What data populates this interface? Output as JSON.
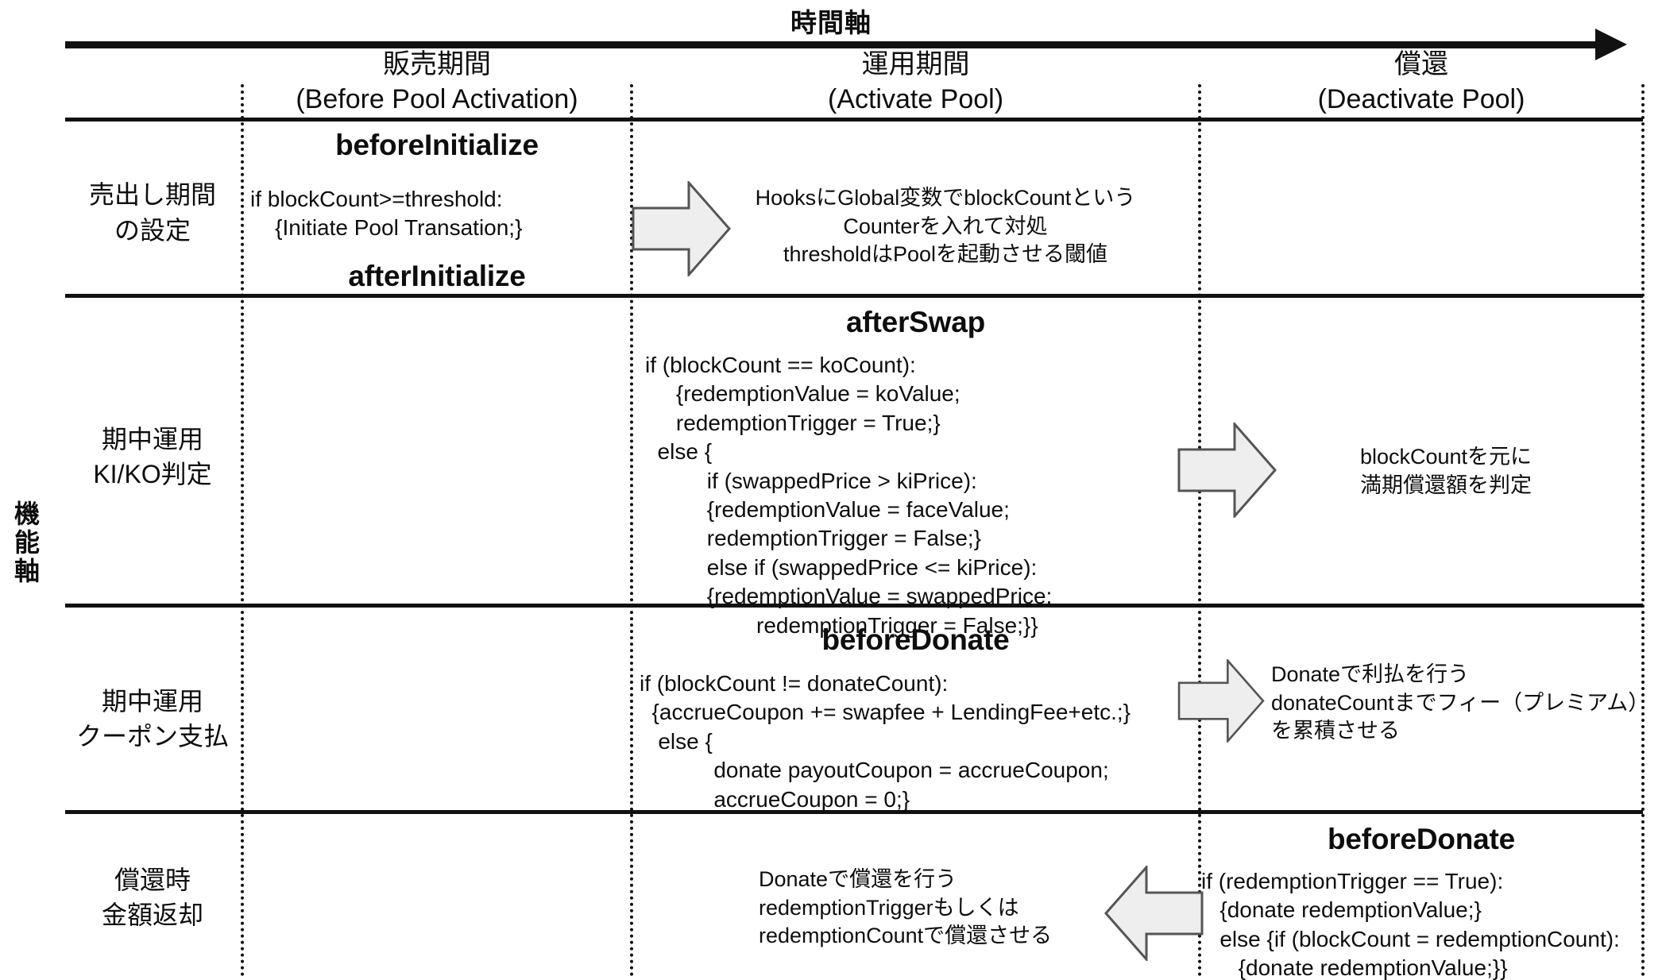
{
  "axis": {
    "time_axis_title": "時間軸",
    "function_axis_title": "機能軸",
    "function_axis_chars": [
      "機",
      "能",
      "軸"
    ]
  },
  "columns": [
    {
      "id": "before-pool-activation",
      "jp": "販売期間",
      "en": "(Before Pool Activation)"
    },
    {
      "id": "activate-pool",
      "jp": "運用期間",
      "en": "(Activate Pool)"
    },
    {
      "id": "deactivate-pool",
      "jp": "償還",
      "en": "(Deactivate Pool)"
    }
  ],
  "rows": [
    {
      "id": "offering-period-setting",
      "label_lines": [
        "売出し期間",
        "の設定"
      ],
      "hook_top": "beforeInitialize",
      "hook_bottom": "afterInitialize",
      "code": "if blockCount>=threshold:\n    {Initiate Pool Transation;}",
      "note": "HooksにGlobal変数でblockCountという\nCounterを入れて対処\nthresholdはPoolを起動させる閾値"
    },
    {
      "id": "kiko-judgement",
      "label_lines": [
        "期中運用",
        "KI/KO判定"
      ],
      "hook_top": "afterSwap",
      "code": "if (blockCount == koCount):\n     {redemptionValue = koValue;\n     redemptionTrigger = True;}\n  else {\n          if (swappedPrice > kiPrice):\n          {redemptionValue = faceValue;\n          redemptionTrigger = False;}\n          else if (swappedPrice <= kiPrice):\n          {redemptionValue = swappedPrice;\n                  redemptionTrigger = False;}}",
      "note": "blockCountを元に\n満期償還額を判定"
    },
    {
      "id": "coupon-payment",
      "label_lines": [
        "期中運用",
        "クーポン支払"
      ],
      "hook_top": "beforeDonate",
      "code": "if (blockCount != donateCount):\n  {accrueCoupon += swapfee + LendingFee+etc.;}\n   else {\n            donate payoutCoupon = accrueCoupon;\n            accrueCoupon = 0;}",
      "note": "Donateで利払を行う\ndonateCountまでフィー（プレミアム）\nを累積させる"
    },
    {
      "id": "redemption-repayment",
      "label_lines": [
        "償還時",
        "金額返却"
      ],
      "hook_top": "beforeDonate",
      "code": "if (redemptionTrigger == True):\n   {donate redemptionValue;}\n   else {if (blockCount = redemptionCount):\n      {donate redemptionValue;}}",
      "note": "Donateで償還を行う\nredemptionTriggerもしくは\nredemptionCountで償還させる"
    }
  ],
  "arrows": [
    {
      "id": "arrow-row1-right",
      "direction": "right"
    },
    {
      "id": "arrow-row2-right",
      "direction": "right"
    },
    {
      "id": "arrow-row3-right",
      "direction": "right"
    },
    {
      "id": "arrow-row4-left",
      "direction": "left"
    }
  ],
  "colors": {
    "line": "#111111",
    "text": "#0d0d0d",
    "arrow_fill": "#eeeeee",
    "arrow_stroke": "#555555",
    "background": "#ffffff"
  }
}
